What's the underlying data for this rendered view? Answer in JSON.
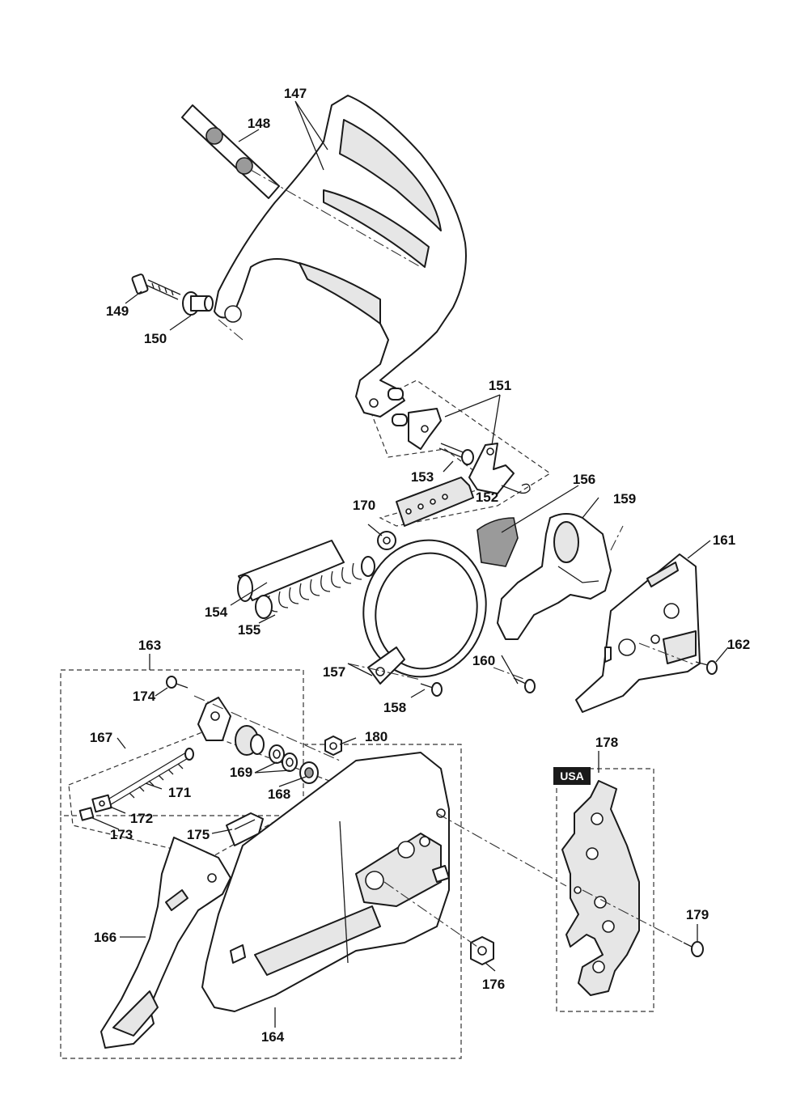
{
  "callouts": {
    "c147": "147",
    "c148": "148",
    "c149": "149",
    "c150": "150",
    "c151": "151",
    "c152": "152",
    "c153": "153",
    "c154": "154",
    "c155": "155",
    "c156": "156",
    "c157": "157",
    "c158": "158",
    "c159": "159",
    "c160": "160",
    "c161": "161",
    "c162": "162",
    "c163": "163",
    "c164": "164",
    "c166": "166",
    "c167": "167",
    "c168": "168",
    "c169": "169",
    "c170": "170",
    "c171": "171",
    "c172": "172",
    "c173": "173",
    "c174": "174",
    "c175": "175",
    "c176": "176",
    "c178": "178",
    "c179": "179",
    "c180": "180"
  },
  "badge": {
    "region": "USA"
  },
  "colors": {
    "ink": "#1a1a1a",
    "badge": "#1a1a1a",
    "paper": "#ffffff"
  }
}
